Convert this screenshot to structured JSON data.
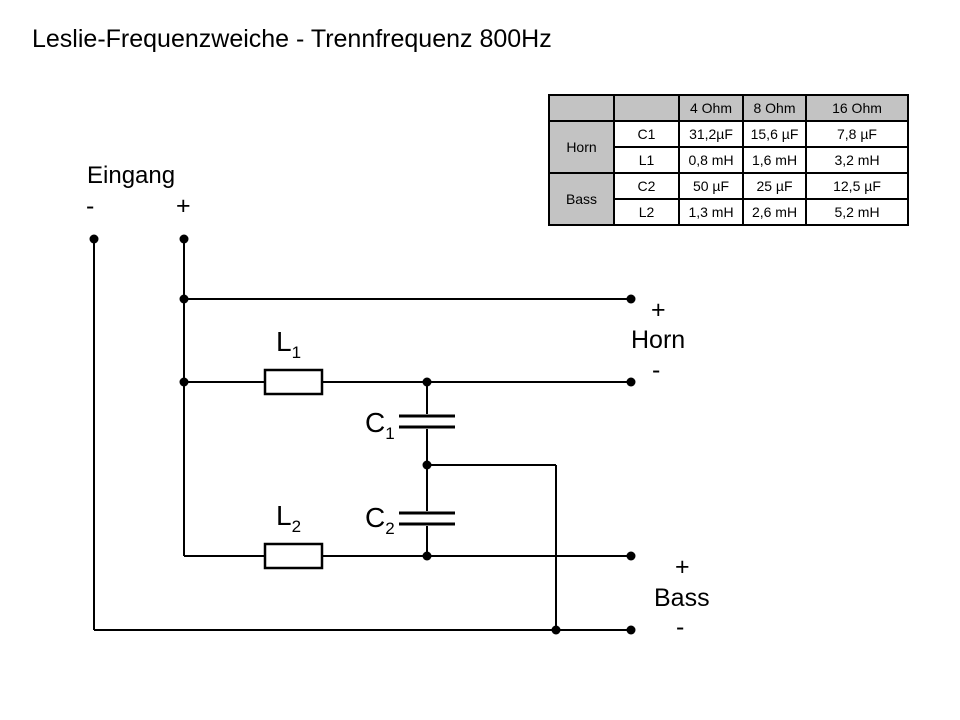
{
  "title": "Leslie-Frequenzweiche - Trennfrequenz 800Hz",
  "table": {
    "col_headers": [
      "4 Ohm",
      "8 Ohm",
      "16 Ohm"
    ],
    "groups": [
      {
        "name": "Horn",
        "rows": [
          {
            "part": "C1",
            "values": [
              "31,2µF",
              "15,6 µF",
              "7,8 µF"
            ]
          },
          {
            "part": "L1",
            "values": [
              "0,8 mH",
              "1,6 mH",
              "3,2 mH"
            ]
          }
        ]
      },
      {
        "name": "Bass",
        "rows": [
          {
            "part": "C2",
            "values": [
              "50 µF",
              "25 µF",
              "12,5 µF"
            ]
          },
          {
            "part": "L2",
            "values": [
              "1,3 mH",
              "2,6 mH",
              "5,2 mH"
            ]
          }
        ]
      }
    ]
  },
  "circuit": {
    "input_label": "Eingang",
    "input_minus": "-",
    "input_plus": "+",
    "l1": {
      "main": "L",
      "sub": "1"
    },
    "c1": {
      "main": "C",
      "sub": "1"
    },
    "l2": {
      "main": "L",
      "sub": "2"
    },
    "c2": {
      "main": "C",
      "sub": "2"
    },
    "horn": {
      "plus": "+",
      "label": "Horn",
      "minus": "-"
    },
    "bass": {
      "plus": "+",
      "label": "Bass",
      "minus": "-"
    }
  },
  "colors": {
    "wire": "#000000",
    "table_header_bg": "#c3c3c3",
    "background": "#ffffff"
  }
}
